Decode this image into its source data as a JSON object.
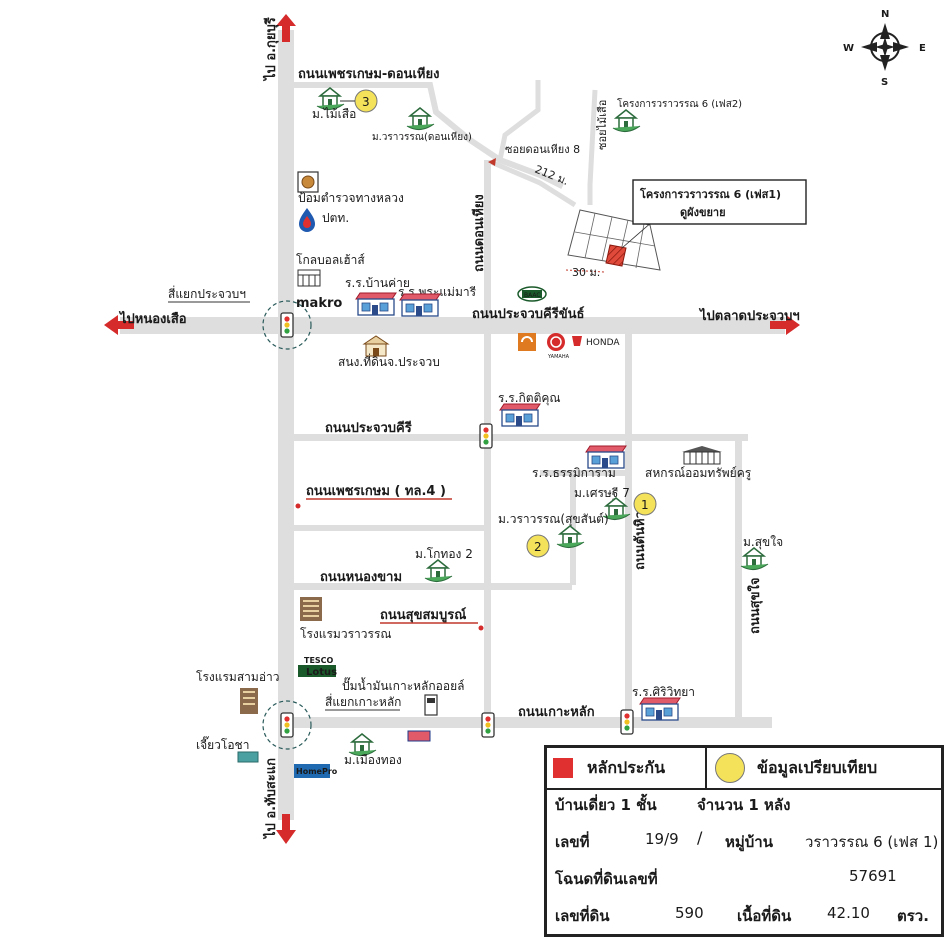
{
  "compass": {
    "n": "N",
    "s": "S",
    "e": "E",
    "w": "W"
  },
  "roads": {
    "phetkasem_donhieng": "ถนนเพชรเกษม-ดอนเหียง",
    "soi_donhieng_8": "ซอยดอนเหียง 8",
    "soi_maiseur": "ซอยไม้เสือ",
    "donhieng": "ถนนดอนเหียง",
    "prachuap_khiri_khan": "ถนนประจวบคีรีขันธ์",
    "prachuapkhiri": "ถนนประจวบคีรี",
    "phetkasem_hl4": "ถนนเพชรเกษม ( ทล.4 )",
    "nongkham": "ถนนหนองขาม",
    "sukhsombun": "ถนนสุขสมบูรณ์",
    "kohlak": "ถนนเกาะหลัก",
    "tanhiw": "ถนนตันหิว",
    "soi_chujai": "ถนนสุขใจ"
  },
  "directions": {
    "to_kuiburi": "ไป อ.กุยบุรี",
    "to_thapsakae": "ไป อ.ทับสะแก",
    "to_nong_suea": "ไปหนองเสือ",
    "to_market": "ไปตลาดประจวบฯ"
  },
  "intersections": {
    "prachuap": "สี่แยกประจวบฯ",
    "kohlak": "สี่แยกเกาะหลัก"
  },
  "distances": {
    "d212": "212 ม.",
    "d30": "30 ม."
  },
  "project": {
    "title": "โครงการวราวรรณ 6 (เฟส1)",
    "subtitle": "ดูผังขยาย"
  },
  "places": {
    "mai_seur": "ม.ไม้เสือ",
    "warawan_donhieng": "ม.วราวรรณ(ดอนเหียง)",
    "warawan6_phase2": "โครงการวราวรรณ 6 (เฟส2)",
    "police": "ป้อมตำรวจทางหลวง",
    "ptt": "ปตท.",
    "global_house": "โกลบอลเฮ้าส์",
    "makro": "makro",
    "school_bankhai": "ร.ร.บ้านค่าย",
    "school_phramae": "ร.ร.พระแม่มารี",
    "land_office": "สนง.ที่ดินจ.ประจวบ",
    "school_kitikun": "ร.ร.กิตติคุณ",
    "school_thammikaram": "ร.ร.ธรรมิการาม",
    "coop": "สหกรณ์ออมทรัพย์ครู",
    "sethi7": "ม.เศรษฐี 7",
    "warawan_suksan": "ม.วราวรรณ(สุขสันต์)",
    "korthong2": "ม.โกทอง 2",
    "suchai": "ม.สุขใจ",
    "hotel_warawan": "โรงแรมวราวรรณ",
    "tesco_top": "TESCO",
    "tesco_bottom": "Lotus",
    "gas_station": "ปั๊มน้ำมันเกาะหลักออยล์",
    "hotel_samao": "โรงแรมสามอ่าว",
    "chiewocha": "เจี๊ยวโอชา",
    "homepro": "HomePro",
    "mueangthong": "ม.เมืองทอง",
    "school_siwittaya": "ร.ร.ศิริวิทยา",
    "honda": "HONDA",
    "yamaha": "YAMAHA",
    "bank_logo": "BAAC"
  },
  "markers": {
    "m1": "1",
    "m2": "2",
    "m3": "3"
  },
  "legend": {
    "collateral": "หลักประกัน",
    "comparison": "ข้อมูลเปรียบเทียบ"
  },
  "property": {
    "house_label": "บ้านเดี่ยว 1 ชั้น",
    "count_label": "จำนวน 1 หลัง",
    "no_label": "เลขที่",
    "no_value": "19/9",
    "village_label": "หมู่บ้าน",
    "village_value": "วราวรรณ 6 (เฟส 1)",
    "deed_label": "โฉนดที่ดินเลขที่",
    "deed_value": "57691",
    "land_no_label": "เลขที่ดิน",
    "land_no_value": "590",
    "area_label": "เนื้อที่ดิน",
    "area_value": "42.10",
    "area_unit": "ตรว."
  },
  "colors": {
    "collateral": "#e03030",
    "comparison": "#f4e25a",
    "arrow": "#d62b2b",
    "road": "#dedede"
  }
}
